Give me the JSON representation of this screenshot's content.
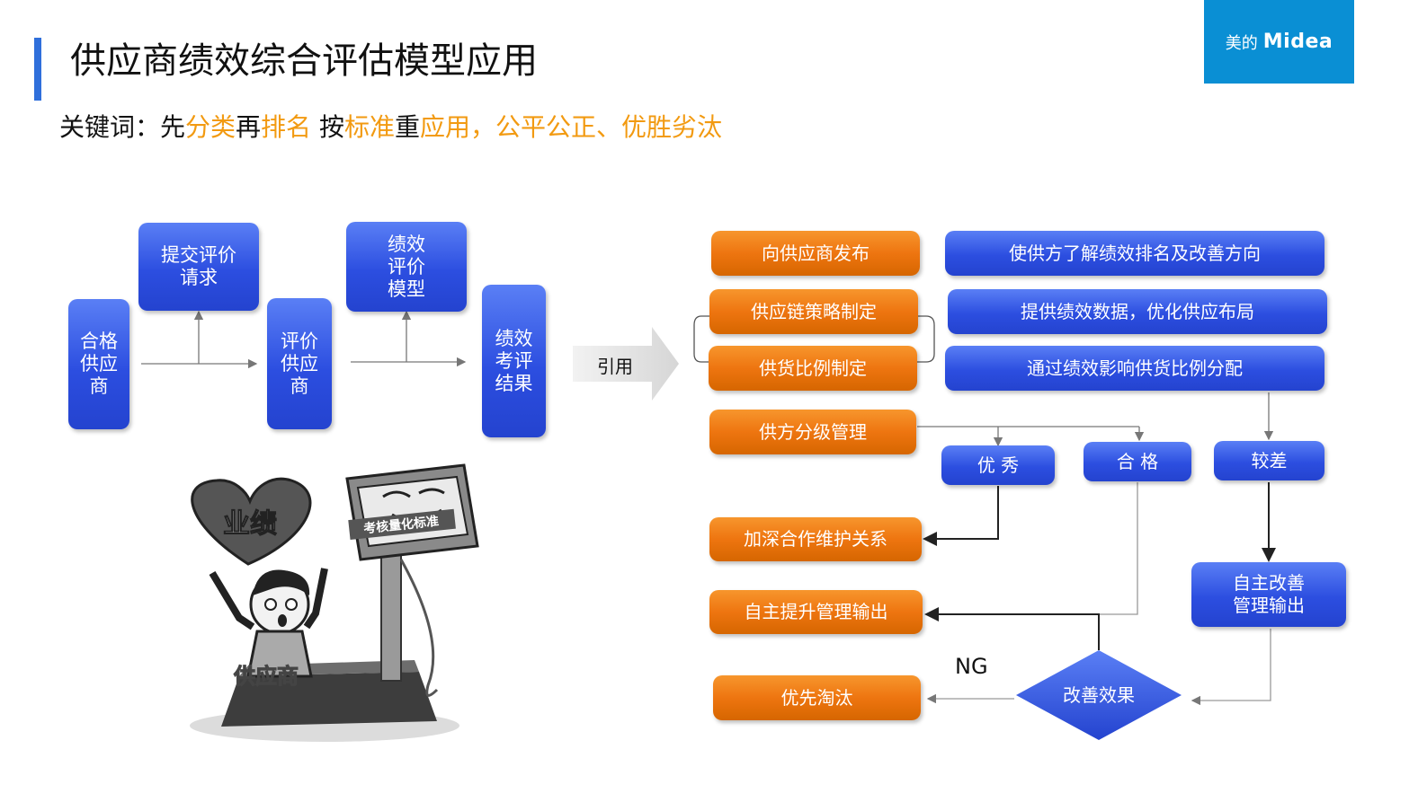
{
  "header": {
    "title": "供应商绩效综合评估模型应用"
  },
  "logo": {
    "cn": "美的",
    "en": "Midea"
  },
  "keywords": {
    "segments": [
      {
        "text": "关键词：先",
        "highlight": false
      },
      {
        "text": "分类",
        "highlight": true
      },
      {
        "text": "再",
        "highlight": false
      },
      {
        "text": "排名",
        "highlight": true
      },
      {
        "text": " 按",
        "highlight": false
      },
      {
        "text": "标准",
        "highlight": true
      },
      {
        "text": "重",
        "highlight": false
      },
      {
        "text": "应用，公平公正、优胜劣汰",
        "highlight": true
      }
    ]
  },
  "left_flow": {
    "qualified_supplier": "合格\n供应\n商",
    "submit_request": "提交评价\n请求",
    "evaluate_supplier": "评价\n供应\n商",
    "performance_model": "绩效\n评价\n模型",
    "result": "绩效\n考评\n结果"
  },
  "illustration": {
    "heart_label": "业绩",
    "monitor_label": "考核量化标准",
    "scale_label": "供应商"
  },
  "reference_label": "引用",
  "right_flow": {
    "publish": "向供应商发布",
    "publish_desc": "使供方了解绩效排名及改善方向",
    "strategy": "供应链策略制定",
    "strategy_desc": "提供绩效数据，优化供应布局",
    "ratio": "供货比例制定",
    "ratio_desc": "通过绩效影响供货比例分配",
    "grading": "供方分级管理",
    "excellent": "优 秀",
    "qualified": "合 格",
    "poor": "较差",
    "deepen": "加深合作维护关系",
    "self_upgrade": "自主提升管理输出",
    "eliminate": "优先淘汰",
    "self_improve": "自主改善\n管理输出",
    "effect": "改善效果",
    "ng": "NG"
  },
  "colors": {
    "accent_blue": "#2f6fdb",
    "logo_bg": "#0a8fd4",
    "box_blue": "#2c4ee0",
    "box_orange": "#ee7510",
    "highlight": "#f29a11"
  }
}
